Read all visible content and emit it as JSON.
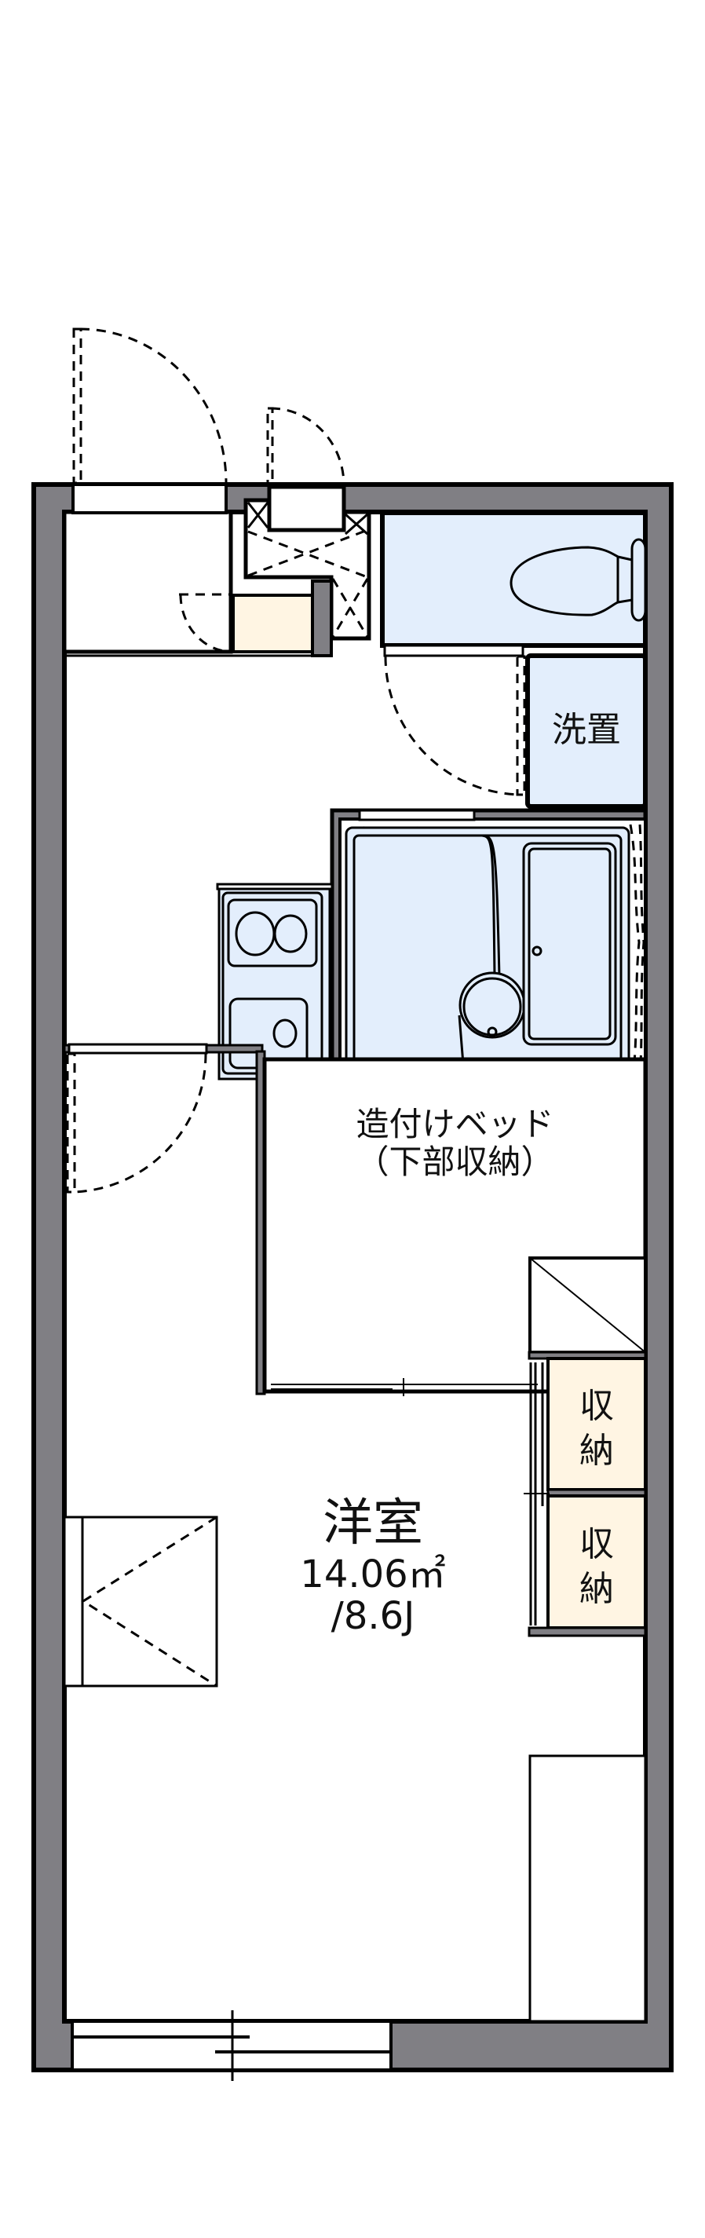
{
  "floorplan": {
    "colors": {
      "wall": "#807f84",
      "wet_area": "#e3eefc",
      "storage": "#fff5e3",
      "floor": "#ffffff",
      "line": "#000000"
    },
    "rooms": {
      "main": {
        "name": "洋室",
        "area": "14.06㎡",
        "tatami": "/8.6J"
      },
      "washroom": {
        "label": "洗置"
      },
      "built_in_bed": {
        "line1": "造付けベッド",
        "line2": "（下部収納）"
      },
      "storage_upper": {
        "line1": "収",
        "line2": "納"
      },
      "storage_lower": {
        "line1": "収",
        "line2": "納"
      }
    },
    "fixtures": [
      "toilet-icon",
      "stove-icon",
      "sink-icon",
      "bathtub-icon",
      "washbasin-icon",
      "air-conditioner-icon",
      "shoe-cabinet-icon",
      "pipe-shaft-icon"
    ]
  }
}
